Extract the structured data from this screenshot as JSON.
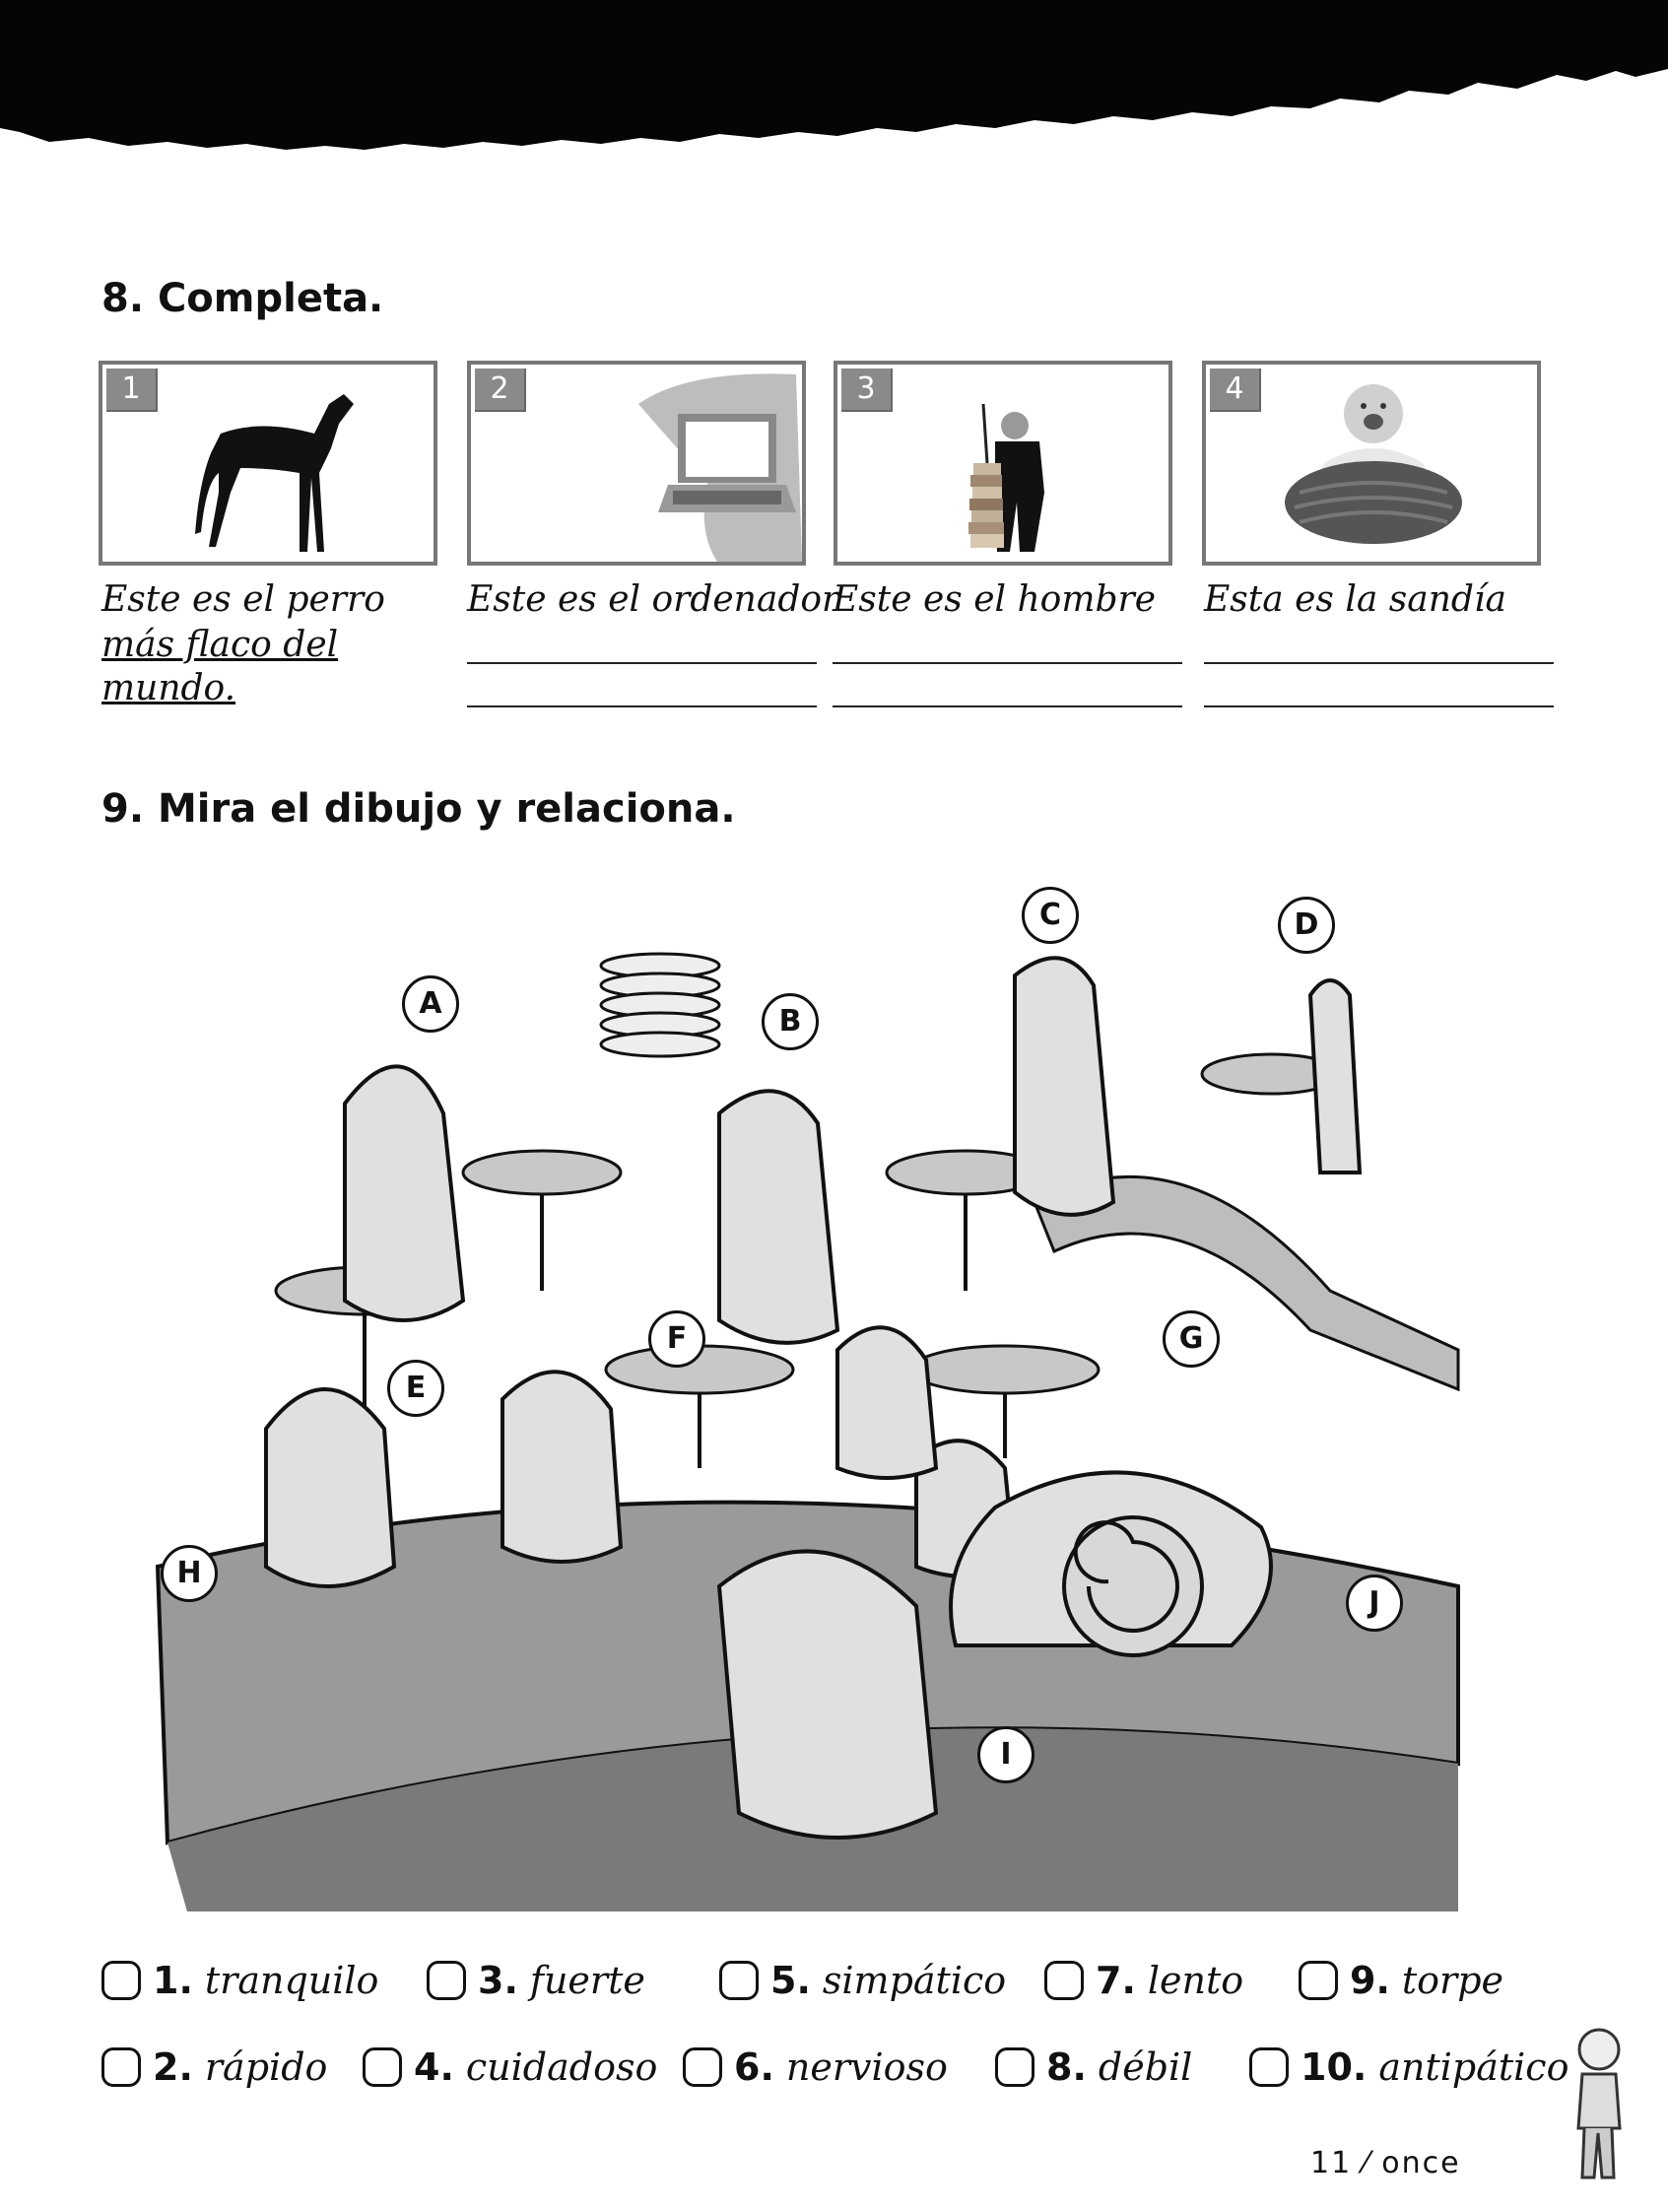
{
  "section8": {
    "title": "8. Completa.",
    "items": [
      {
        "number": "1",
        "caption": "Este es el perro",
        "answer_line1": "más flaco del",
        "answer_line2": "mundo."
      },
      {
        "number": "2",
        "caption": "Este es el ordenador"
      },
      {
        "number": "3",
        "caption": "Este es el hombre"
      },
      {
        "number": "4",
        "caption": "Esta es la sandía"
      }
    ]
  },
  "section9": {
    "title": "9. Mira el dibujo y relaciona.",
    "labels": [
      "A",
      "B",
      "C",
      "D",
      "E",
      "F",
      "G",
      "H",
      "I",
      "J"
    ],
    "options": [
      {
        "number": "1.",
        "word": "tranquilo"
      },
      {
        "number": "3.",
        "word": "fuerte"
      },
      {
        "number": "5.",
        "word": "simpático"
      },
      {
        "number": "7.",
        "word": "lento"
      },
      {
        "number": "9.",
        "word": "torpe"
      },
      {
        "number": "2.",
        "word": "rápido"
      },
      {
        "number": "4.",
        "word": "cuidadoso"
      },
      {
        "number": "6.",
        "word": "nervioso"
      },
      {
        "number": "8.",
        "word": "débil"
      },
      {
        "number": "10.",
        "word": "antipático"
      }
    ]
  },
  "footer": {
    "page": "11 ⁄ once"
  }
}
